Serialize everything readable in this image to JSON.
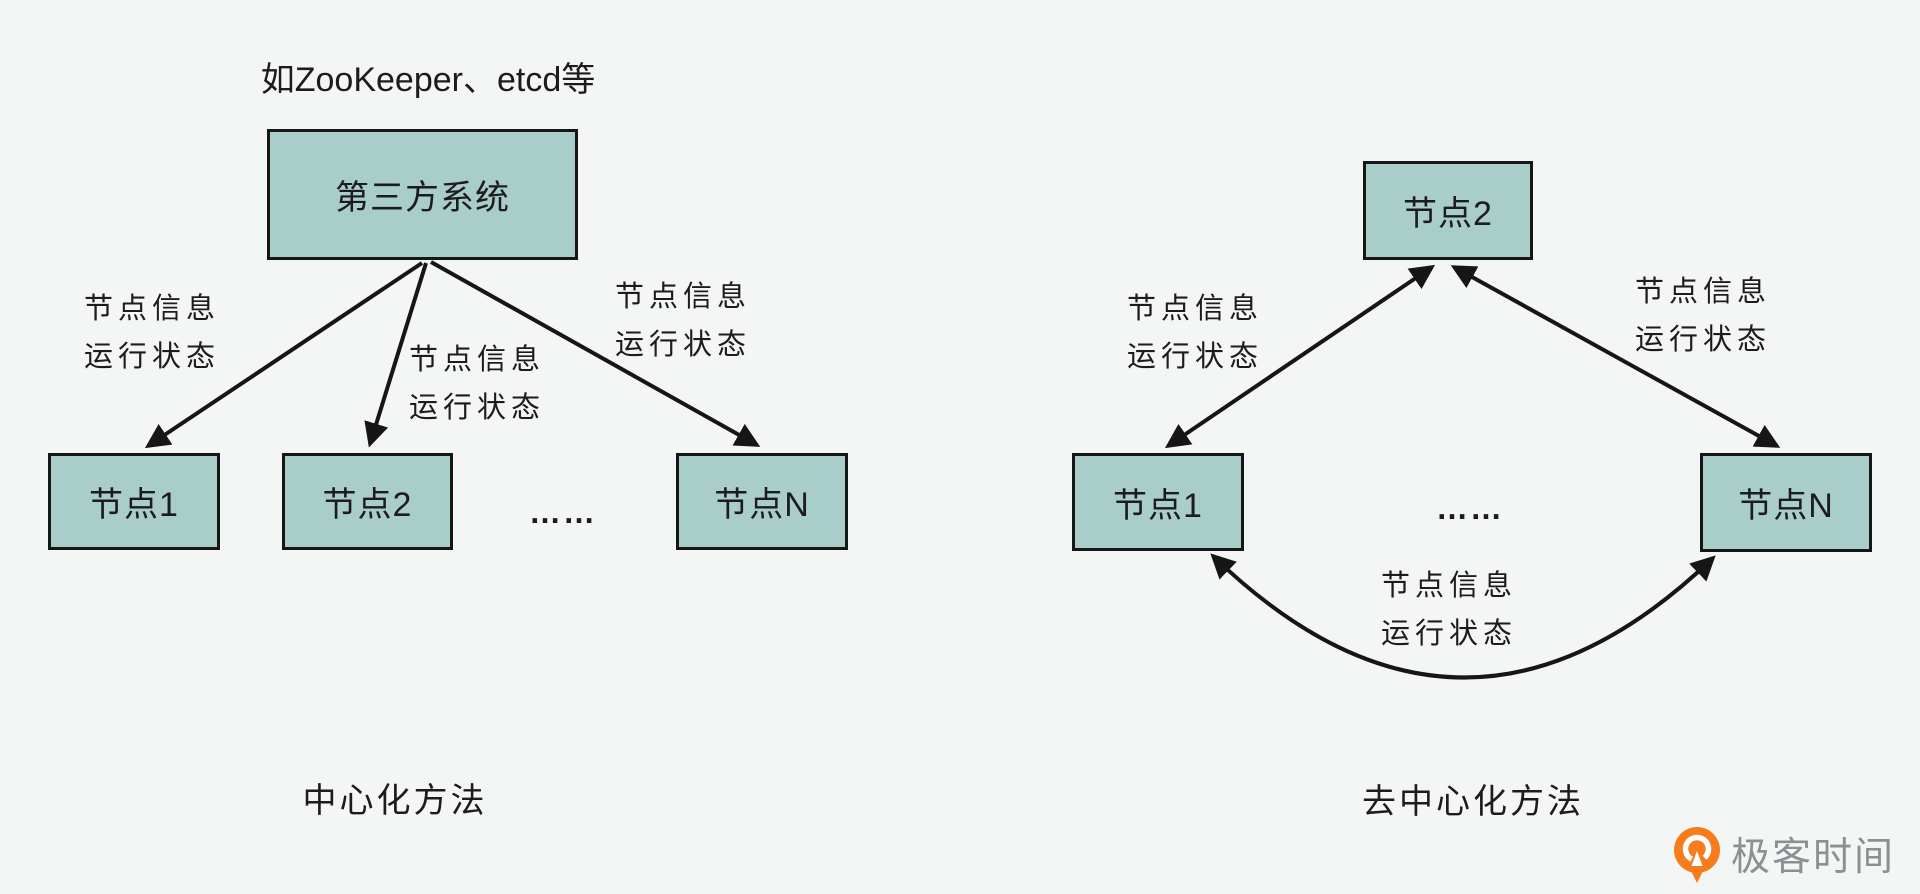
{
  "left_diagram": {
    "top_note": "如ZooKeeper、etcd等",
    "system_box": "第三方系统",
    "nodes": [
      "节点1",
      "节点2",
      "节点N"
    ],
    "ellipsis": "……",
    "edge_label_line1": "节点信息",
    "edge_label_line2": "运行状态",
    "caption": "中心化方法"
  },
  "right_diagram": {
    "nodes": [
      "节点2",
      "节点1",
      "节点N"
    ],
    "ellipsis": "……",
    "edge_label_line1": "节点信息",
    "edge_label_line2": "运行状态",
    "caption": "去中心化方法"
  },
  "logo": {
    "text": "极客时间",
    "brand_color": "#f67c1c",
    "text_color": "#8d8f92"
  },
  "colors": {
    "background": "#f4f5f5",
    "node_fill": "#a9cdc8",
    "node_border": "#161616",
    "arrow": "#161616",
    "text": "#1c1c1e"
  }
}
